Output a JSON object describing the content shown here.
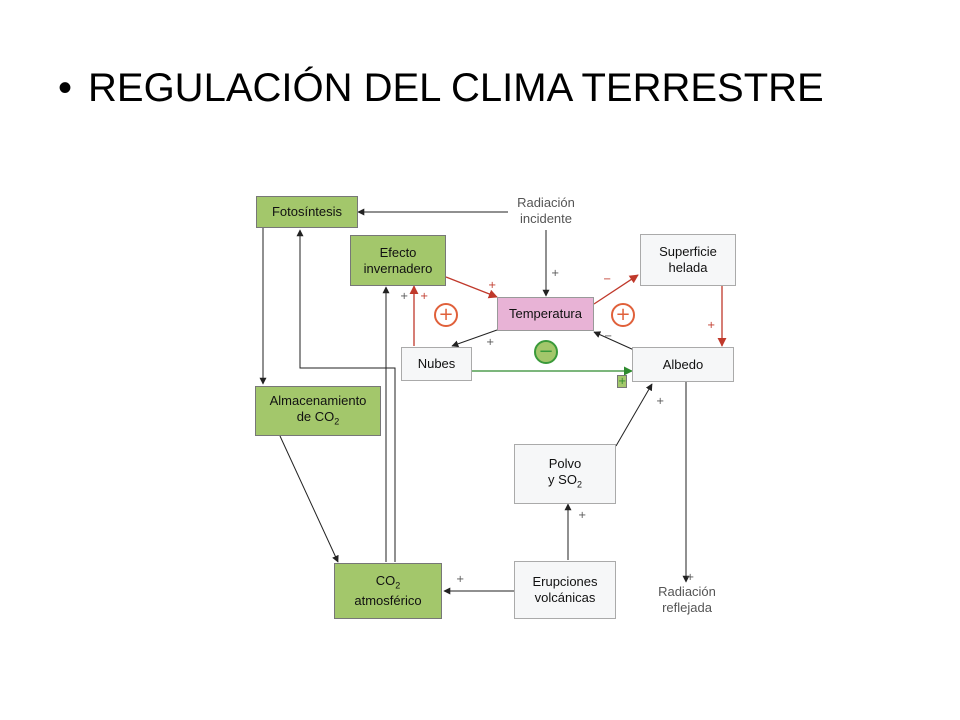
{
  "title": {
    "bullet": "•",
    "text": "REGULACIÓN DEL CLIMA TERRESTRE"
  },
  "nodes": {
    "fotosintesis": "Fotosíntesis",
    "efecto_1": "Efecto",
    "efecto_2": "invernadero",
    "temperatura": "Temperatura",
    "superficie_1": "Superficie",
    "superficie_2": "helada",
    "nubes": "Nubes",
    "albedo": "Albedo",
    "almacen_1": "Almacenamiento",
    "almacen_2": "de CO",
    "almacen_sub": "2",
    "polvo_1": "Polvo",
    "polvo_2": "y SO",
    "polvo_sub": "2",
    "co2_1": "CO",
    "co2_sub": "2",
    "co2_2": "atmosférico",
    "erupciones_1": "Erupciones",
    "erupciones_2": "volcánicas"
  },
  "labels": {
    "radiacion_in_1": "Radiación",
    "radiacion_in_2": "incidente",
    "radiacion_out_1": "Radiación",
    "radiacion_out_2": "reflejada"
  },
  "signs": {
    "plus": "+",
    "minus": "−"
  },
  "loops": {
    "positive": "+",
    "negative": "−"
  },
  "colors": {
    "green_box": "#a3c76b",
    "pink_box": "#e8b3d6",
    "red_arrow": "#c0392b",
    "green_arrow": "#2e8b2e"
  }
}
